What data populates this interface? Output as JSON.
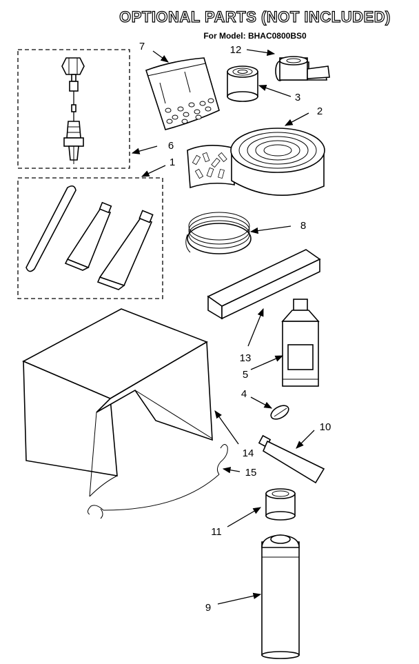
{
  "title": "OPTIONAL PARTS (NOT INCLUDED)",
  "subtitle": "For Model: BHAC0800BS0",
  "callouts": [
    "7",
    "12",
    "3",
    "2",
    "6",
    "1",
    "8",
    "13",
    "5",
    "4",
    "10",
    "14",
    "15",
    "11",
    "9"
  ]
}
